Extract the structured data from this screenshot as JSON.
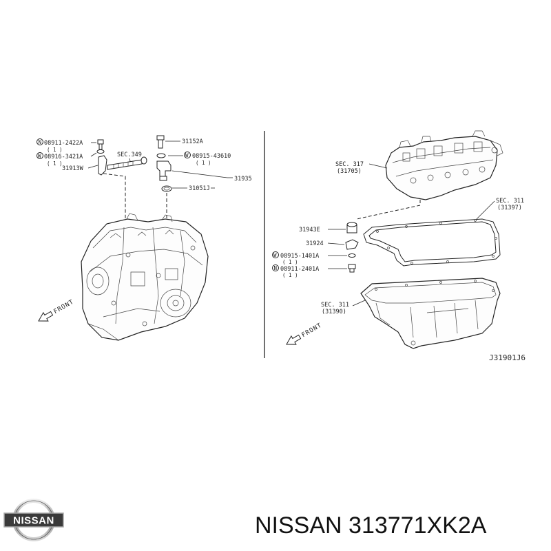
{
  "brand": {
    "logo_text": "NISSAN",
    "title": "NISSAN 313771XK2A"
  },
  "diagram": {
    "reference": "J31901J6",
    "front_left": "FRONT",
    "front_right": "FRONT",
    "left": {
      "p1_code": "08911-2422A",
      "p1_qty": "( 1 )",
      "p2_code": "08916-3421A",
      "p2_qty": "( 1 )",
      "sec349": "SEC.349",
      "p31913w": "31913W",
      "p31152a": "31152A",
      "p3_code": "08915-43610",
      "p3_qty": "( 1 )",
      "p31935": "31935",
      "p31051j": "31051J"
    },
    "right": {
      "sec317": "SEC. 317",
      "sec317_sub": "(31705)",
      "sec311a": "SEC. 311",
      "sec311a_sub": "(31397)",
      "p31943e": "31943E",
      "p31924": "31924",
      "p4_code": "08915-1401A",
      "p4_qty": "( 1 )",
      "p5_code": "08911-2401A",
      "p5_qty": "( 1 )",
      "sec311b": "SEC. 311",
      "sec311b_sub": "(31390)"
    }
  }
}
